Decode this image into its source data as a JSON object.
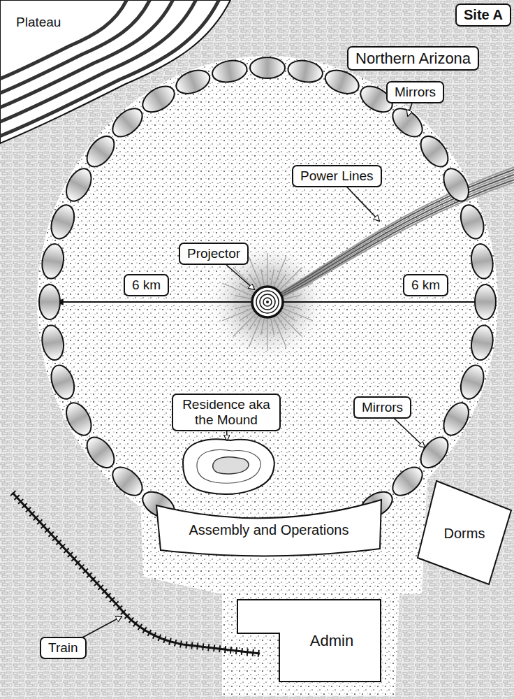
{
  "diagram": {
    "nodes": [
      {
        "text": [
          "Plateau"
        ]
      },
      {
        "text": [
          "Site A"
        ]
      },
      {
        "text": [
          "Northern Arizona"
        ]
      },
      {
        "text": [
          "Mirrors"
        ]
      },
      {
        "text": [
          "Power Lines"
        ]
      },
      {
        "text": [
          "Projector"
        ]
      },
      {
        "text": [
          "6 km"
        ]
      },
      {
        "text": [
          "6 km"
        ]
      },
      {
        "text": [
          "Residence aka the Mound"
        ]
      },
      {
        "text": [
          "Mirrors"
        ]
      },
      {
        "text": [
          "Assembly and Operations"
        ]
      },
      {
        "text": [
          "Dorms"
        ]
      },
      {
        "text": [
          "Admin"
        ]
      },
      {
        "text": [
          "Train"
        ]
      }
    ]
  }
}
